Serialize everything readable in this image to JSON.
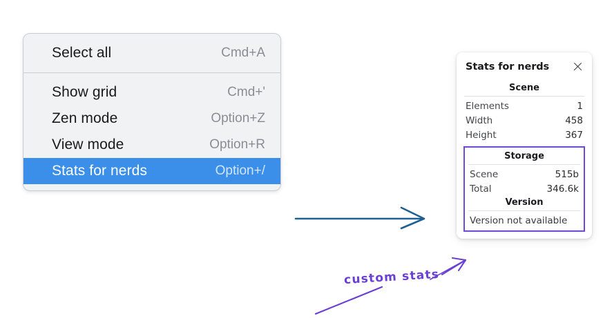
{
  "context_menu": {
    "name": "canvas-context-menu",
    "groups": [
      {
        "items": [
          {
            "label": "Select all",
            "shortcut": "Cmd+A",
            "selected": false
          }
        ]
      },
      {
        "items": [
          {
            "label": "Show grid",
            "shortcut": "Cmd+'",
            "selected": false
          },
          {
            "label": "Zen mode",
            "shortcut": "Option+Z",
            "selected": false
          },
          {
            "label": "View mode",
            "shortcut": "Option+R",
            "selected": false
          },
          {
            "label": "Stats for nerds",
            "shortcut": "Option+/",
            "selected": true
          }
        ]
      }
    ]
  },
  "stats_panel": {
    "title": "Stats for nerds",
    "close_icon": "close-icon",
    "sections": [
      {
        "heading": "Scene",
        "rows": [
          {
            "key": "Elements",
            "value": "1"
          },
          {
            "key": "Width",
            "value": "458"
          },
          {
            "key": "Height",
            "value": "367"
          }
        ]
      },
      {
        "heading": "Storage",
        "rows": [
          {
            "key": "Scene",
            "value": "515b"
          },
          {
            "key": "Total",
            "value": "346.6k"
          }
        ]
      },
      {
        "heading": "Version",
        "text": "Version not available"
      }
    ]
  },
  "annotations": {
    "handwritten_label": "custom stats",
    "arrow_blue": "arrow-right-icon",
    "arrow_purple": "arrow-pointer-icon",
    "underline_purple": "underline-stroke"
  },
  "colors": {
    "menu_background": "#f1f2f4",
    "menu_border": "#c7ccd4",
    "selection_blue": "#3b8fe8",
    "shortcut_gray": "#8a8d93",
    "annotation_purple": "#6b3fd4",
    "annotation_blue": "#1f6093",
    "highlight_box_purple": "#7048d8",
    "page_background": "#ffffff"
  }
}
